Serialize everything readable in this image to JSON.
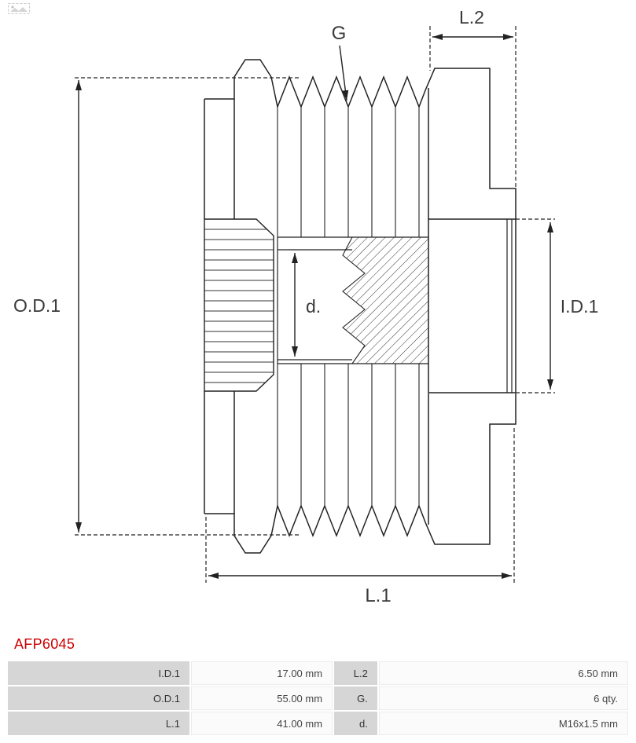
{
  "product": {
    "code": "AFP6045"
  },
  "colors": {
    "accent": "#cc0000",
    "line": "#222222",
    "table_label_bg": "#d6d6d6"
  },
  "diagram": {
    "labels": {
      "g": "G",
      "l2": "L.2",
      "od1": "O.D.1",
      "id1": "I.D.1",
      "d": "d.",
      "l1": "L.1"
    }
  },
  "specs": {
    "rows": [
      [
        "I.D.1",
        "17.00 mm",
        "L.2",
        "6.50 mm"
      ],
      [
        "O.D.1",
        "55.00 mm",
        "G.",
        "6 qty."
      ],
      [
        "L.1",
        "41.00 mm",
        "d.",
        "M16x1.5 mm"
      ]
    ]
  }
}
